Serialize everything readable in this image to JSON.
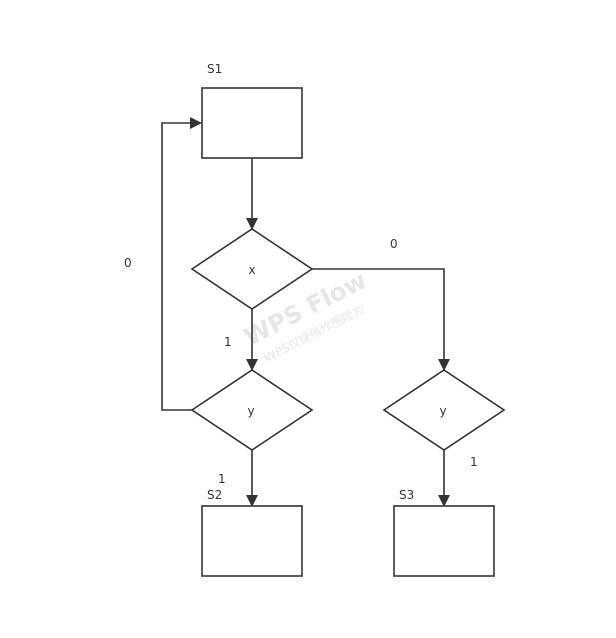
{
  "diagram": {
    "colors": {
      "stroke": "#333333",
      "text": "#333333",
      "background": "#ffffff",
      "watermark": "#e6e6e6"
    },
    "nodes": {
      "s1": {
        "label": "S1",
        "shape": "rectangle"
      },
      "x": {
        "label": "x",
        "shape": "diamond"
      },
      "y_left": {
        "label": "y",
        "shape": "diamond"
      },
      "y_right": {
        "label": "y",
        "shape": "diamond"
      },
      "s2": {
        "label": "S2",
        "shape": "rectangle"
      },
      "s3": {
        "label": "S3",
        "shape": "rectangle"
      }
    },
    "edges": {
      "s1_to_x": {
        "from": "S1",
        "to": "x",
        "label": ""
      },
      "x_to_y_left": {
        "from": "x",
        "to": "y",
        "label": "1"
      },
      "x_to_y_right": {
        "from": "x",
        "to": "y",
        "label": "0"
      },
      "y_left_to_s1": {
        "from": "y",
        "to": "S1",
        "label": "0"
      },
      "y_left_to_s2": {
        "from": "y",
        "to": "S2",
        "label": "1"
      },
      "y_right_to_s3": {
        "from": "y",
        "to": "S3",
        "label": "1"
      }
    }
  },
  "watermark": {
    "main": "WPS Flow",
    "sub": "WPS仅提供作图能力"
  }
}
